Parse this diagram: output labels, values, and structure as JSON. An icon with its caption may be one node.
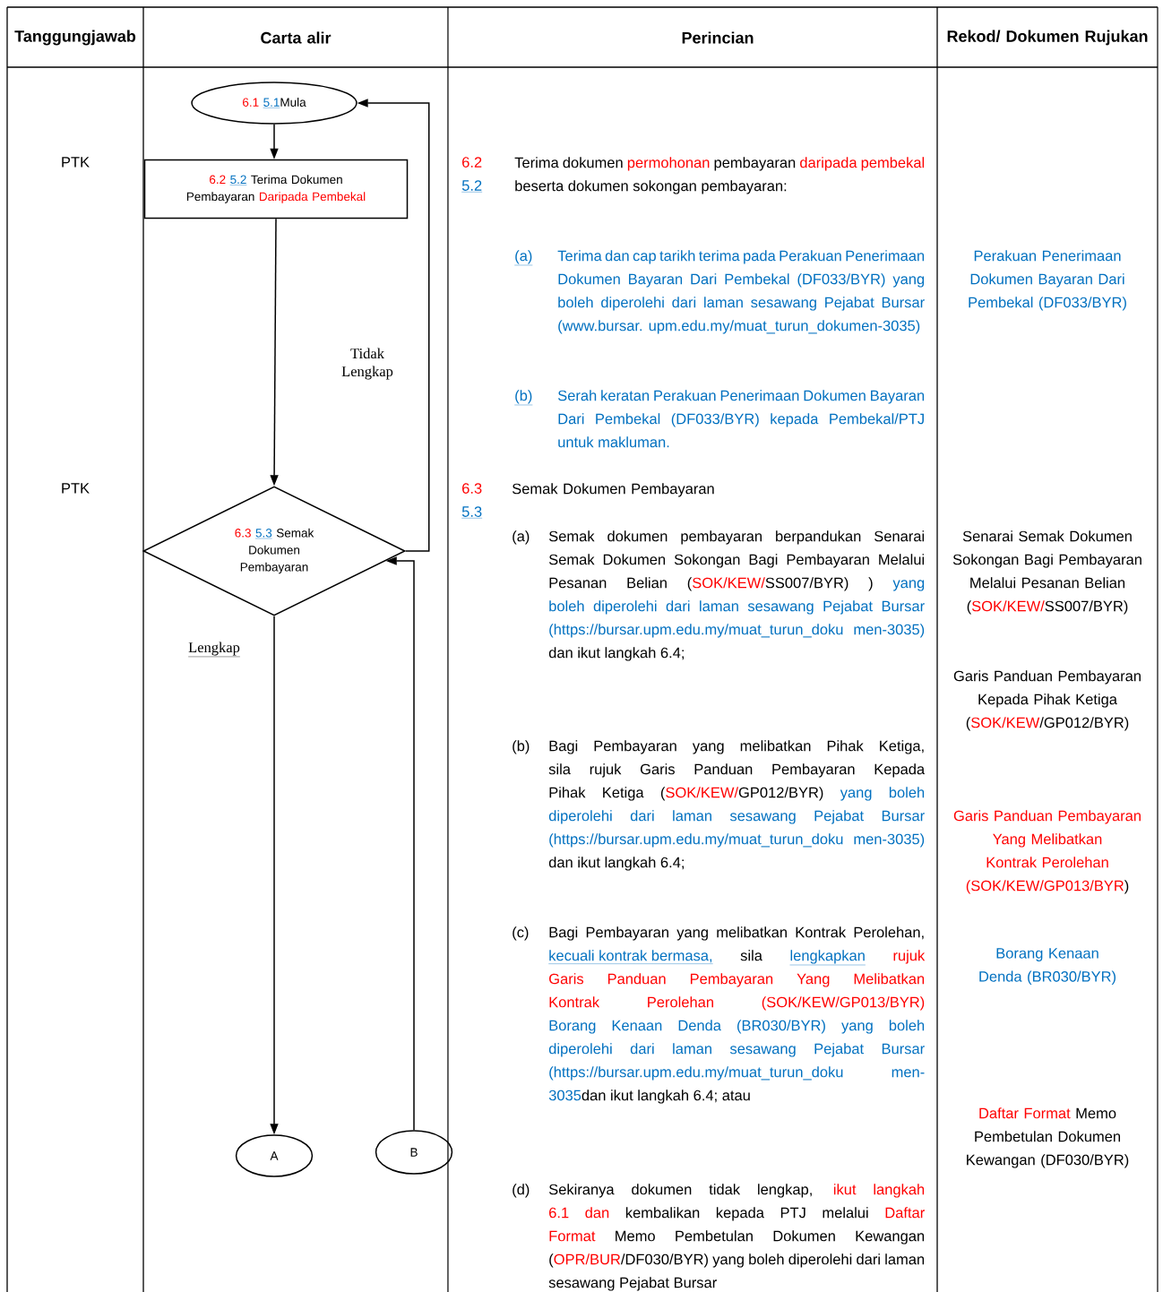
{
  "diagram": {
    "nodes": [
      {
        "text": [
          "6.1",
          "5.1",
          "Mula"
        ]
      },
      {
        "text": [
          "6.2",
          "5.2",
          "Terima Dokumen Pembayaran",
          "Daripada Pembekal"
        ]
      },
      {
        "text": [
          "6.3",
          "5.3",
          "Semak Dokumen Pembayaran"
        ]
      },
      {
        "text": [
          "A"
        ]
      },
      {
        "text": [
          "B"
        ]
      }
    ],
    "edges": [
      {
        "from": 0,
        "to": 1,
        "arrow": "to"
      },
      {
        "from": 1,
        "to": 2,
        "arrow": "to"
      },
      {
        "from": 2,
        "to": 0,
        "arrow": "to",
        "label": "Tidak Lengkap"
      },
      {
        "from": 2,
        "to": 3,
        "arrow": "to",
        "label": "Lengkap"
      },
      {
        "from": 4,
        "to": 2,
        "arrow": "to"
      }
    ],
    "labels": [
      "Tanggungjawab",
      "Carta alir",
      "Perincian",
      "Rekod/ Dokumen Rujukan",
      "PTK",
      "6.2",
      "5.2",
      "Terima dokumen",
      "permohonan",
      "pembayaran",
      "daripada pembekal",
      "beserta dokumen sokongan pembayaran:",
      "(a)",
      "Terima dan cap tarikh terima pada Perakuan Penerimaan Dokumen Bayaran Dari Pembekal (DF033/BYR) yang boleh diperolehi dari laman sesawang Pejabat Bursar (www.bursar. upm.edu.my/muat_turun_dokumen-3035)",
      "(b)",
      "Serah keratan Perakuan Penerimaan Dokumen Bayaran Dari Pembekal (DF033/BYR) kepada Pembekal/PTJ untuk makluman.",
      "Perakuan Penerimaan Dokumen Bayaran Dari Pembekal (DF033/BYR)",
      "PTK",
      "6.3",
      "5.3",
      "Semak Dokumen Pembayaran",
      "(a)",
      "Semak dokumen pembayaran berpandukan Senarai Semak Dokumen Sokongan Bagi Pembayaran Melalui Pesanan Belian (",
      "SOK/KEW/",
      "SS007/BYR) )",
      "yang boleh diperolehi dari laman sesawang Pejabat Bursar (https://bursar.upm.edu.my/muat_turun_doku men-3035)",
      "dan ikut langkah 6.4;",
      "(b)",
      "Bagi Pembayaran yang melibatkan Pihak Ketiga, sila rujuk Garis Panduan Pembayaran Kepada Pihak Ketiga (",
      "SOK/KEW/",
      "GP012/BYR)",
      "yang boleh diperolehi dari laman sesawang Pejabat Bursar (https://bursar.upm.edu.my/muat_turun_doku men-3035)",
      "dan ikut langkah 6.4;",
      "(c)",
      "Bagi Pembayaran yang melibatkan Kontrak Perolehan,",
      "kecuali kontrak bermasa,",
      "sila",
      "lengkapkan",
      "rujuk",
      "Garis Panduan Pembayaran Yang Melibatkan Kontrak Perolehan (SOK/KEW/GP013/BYR)",
      "Borang Kenaan Denda (BR030/BYR)",
      "yang boleh diperolehi dari laman sesawang Pejabat Bursar (https://bursar.upm.edu.my/muat_turun_doku men-3035",
      "dan ikut langkah 6.4; atau",
      "(d)",
      "Sekiranya dokumen tidak lengkap,",
      "ikut langkah 6.1 dan",
      "kembalikan kepada PTJ melalui",
      "Daftar Format",
      "Memo Pembetulan Dokumen Kewangan (",
      "OPR/BUR",
      "/DF030/BYR) yang boleh diperolehi dari laman sesawang Pejabat Bursar",
      "Senarai Semak Dokumen Sokongan Bagi Pembayaran Melalui Pesanan Belian (",
      "SOK/KEW/",
      "SS007/BYR)",
      "Garis Panduan Pembayaran Kepada Pihak Ketiga (",
      "SOK/KEW",
      "/GP012/BYR)",
      "Garis Panduan Pembayaran Yang Melibatkan Kontrak Perolehan (SOK/KEW/GP013/BYR",
      ")",
      "Borang Kenaan Denda (BR030/BYR)",
      "Daftar Format",
      "Memo Pembetulan Dokumen Kewangan (DF030/BYR)"
    ]
  }
}
